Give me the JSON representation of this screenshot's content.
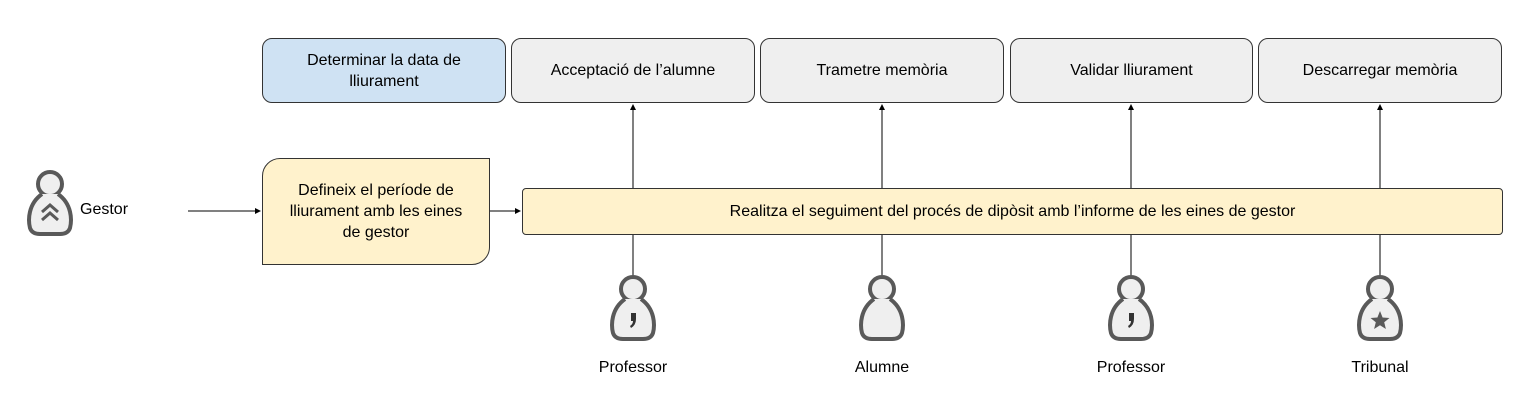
{
  "top_steps": [
    {
      "label": "Determinar la data de lliurament"
    },
    {
      "label": "Acceptació de l’alumne"
    },
    {
      "label": "Trametre memòria"
    },
    {
      "label": "Validar lliurament"
    },
    {
      "label": "Descarregar memòria"
    }
  ],
  "gestor": {
    "label": "Gestor",
    "icon": "manager-person-icon"
  },
  "define_step": {
    "label": "Defineix el període de lliurament amb les eines de gestor"
  },
  "tracking_step": {
    "label": "Realitza el seguiment del procés de dipòsit amb l’informe de les eines de gestor"
  },
  "actors": [
    {
      "label": "Professor",
      "icon": "professor-person-icon"
    },
    {
      "label": "Alumne",
      "icon": "student-person-icon"
    },
    {
      "label": "Professor",
      "icon": "professor-person-icon"
    },
    {
      "label": "Tribunal",
      "icon": "tribunal-person-icon"
    }
  ],
  "colors": {
    "blue": "#cfe2f3",
    "grey": "#efefef",
    "yellow": "#fff2cc",
    "stroke": "#333333",
    "icon": "#595959"
  }
}
